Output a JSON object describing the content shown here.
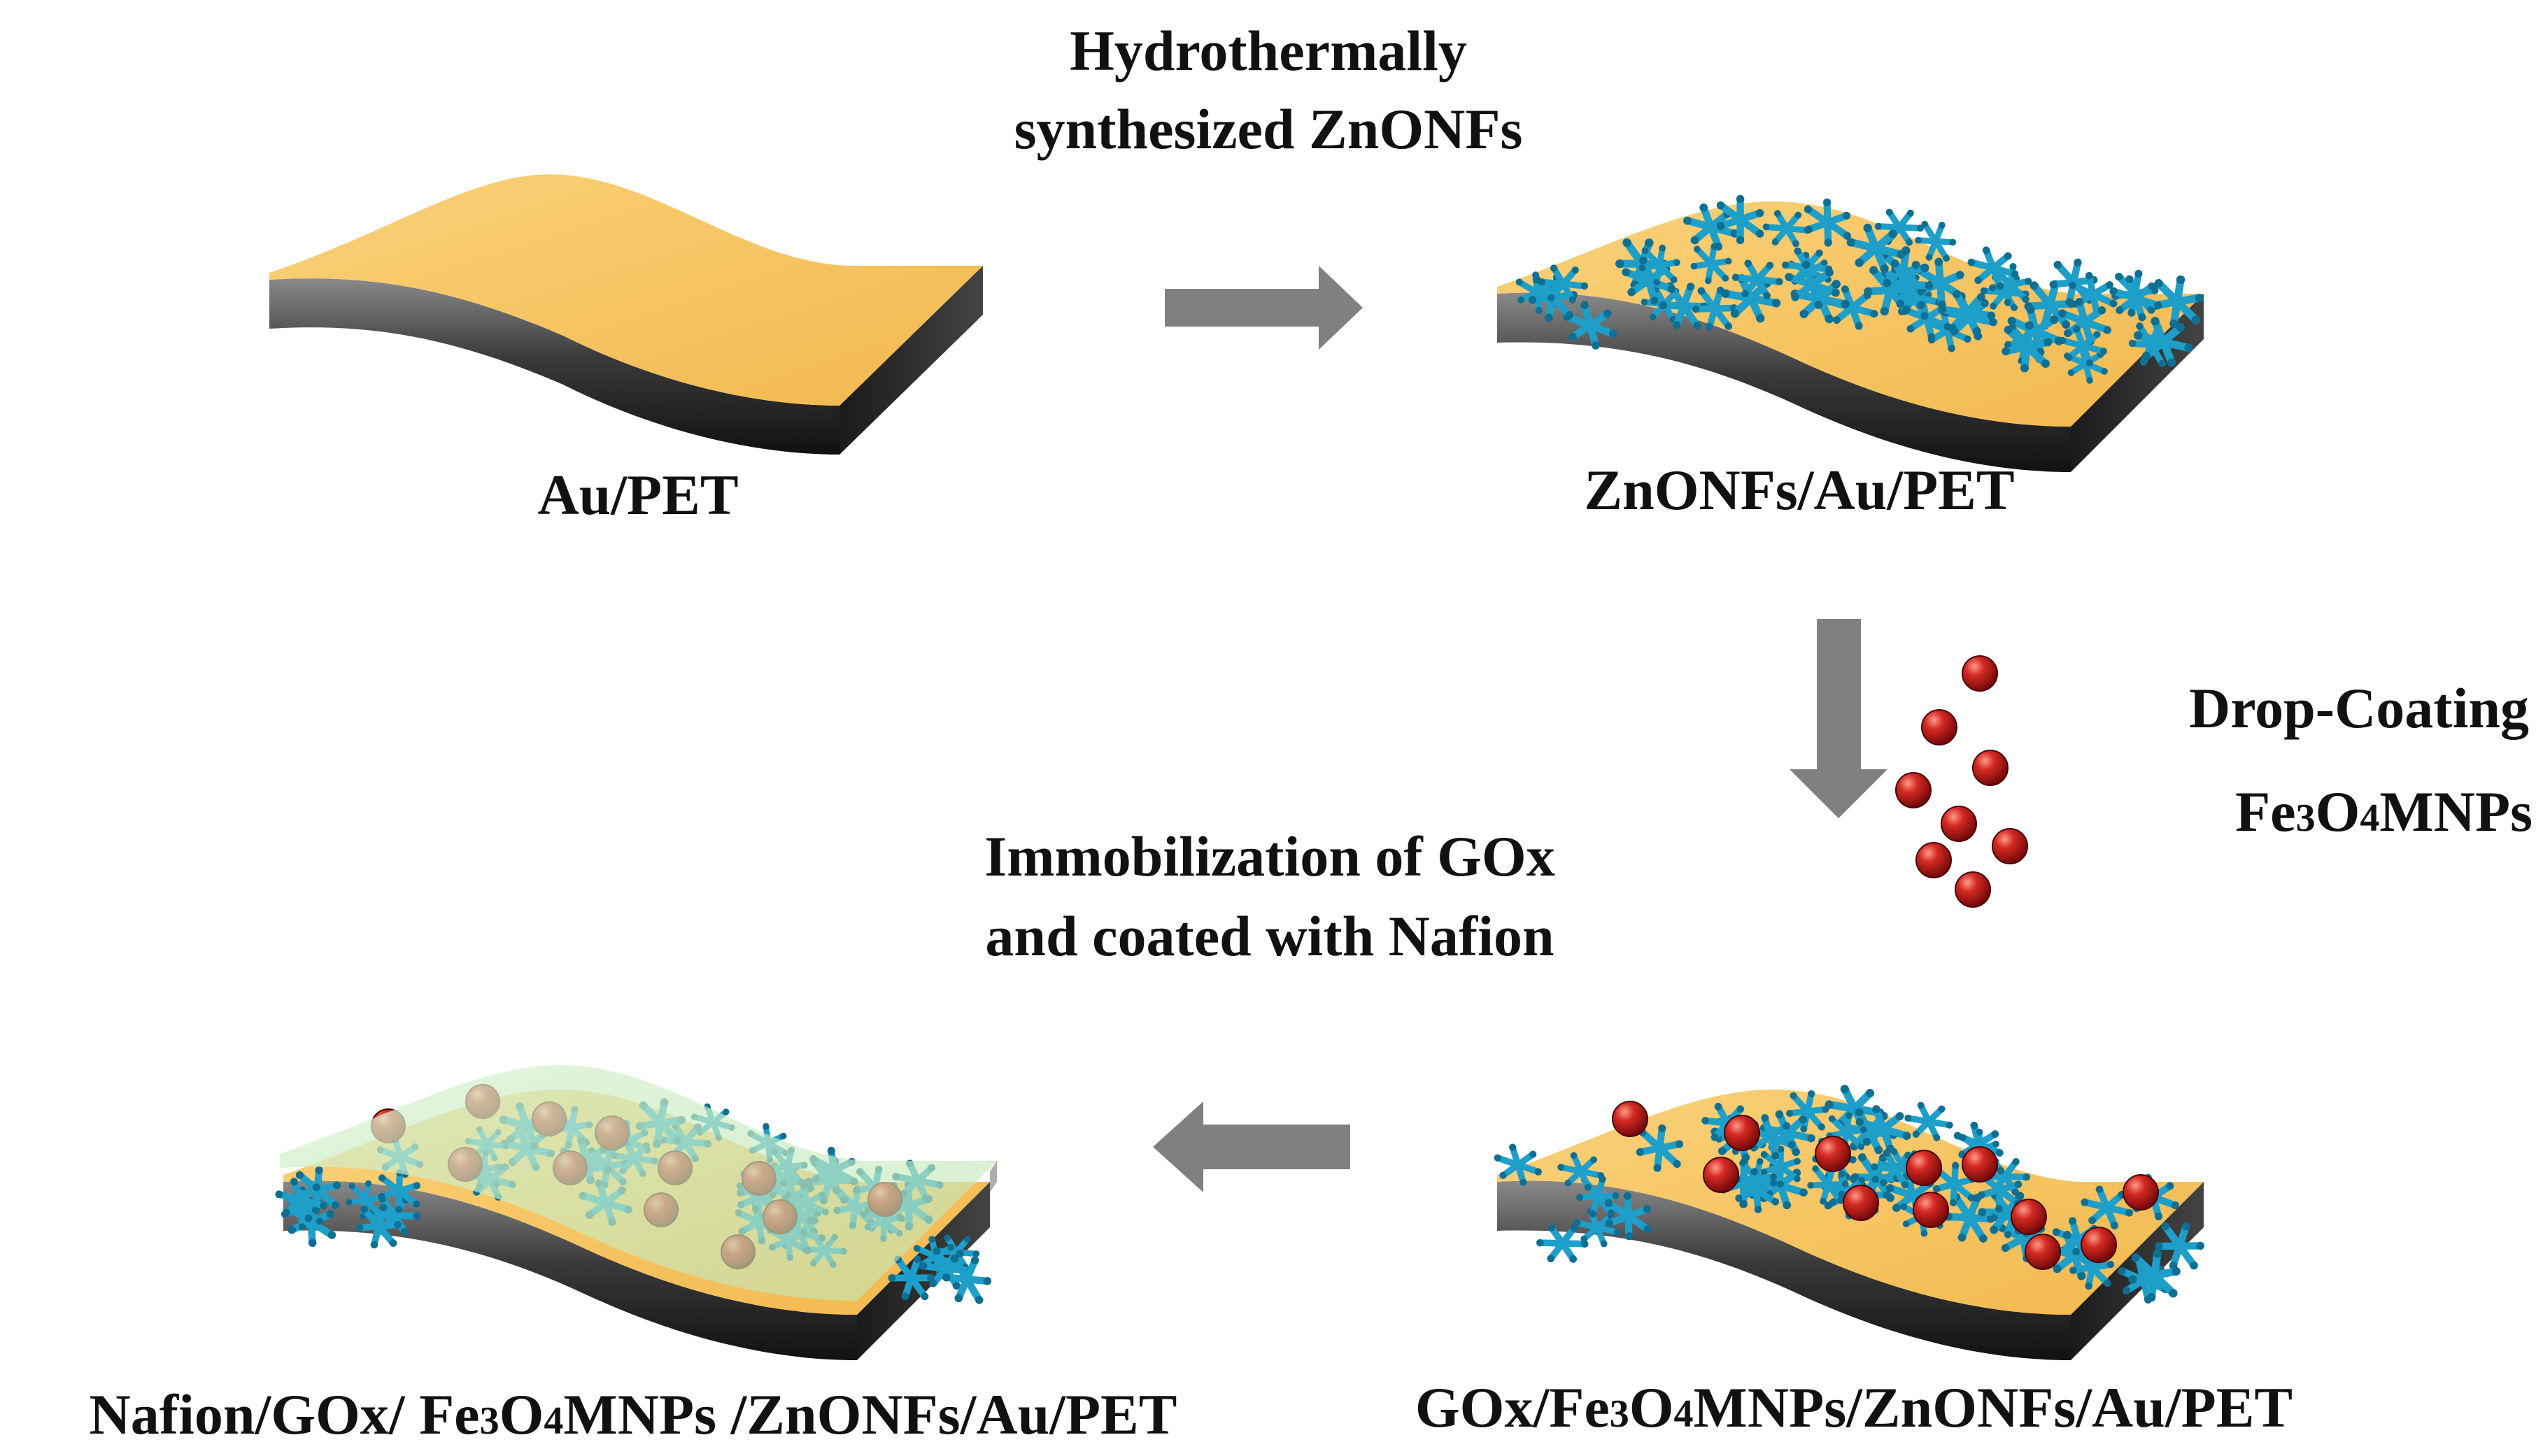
{
  "labels": {
    "step1_line1": "Hydrothermally",
    "step1_line2": "synthesized ZnONFs",
    "stage1": "Au/PET",
    "stage2": "ZnONFs/Au/PET",
    "step2_line1": "Drop-Coating",
    "step2_line2_a": "Fe",
    "step2_line2_b": "3",
    "step2_line2_c": "O",
    "step2_line2_d": "4",
    "step2_line2_e": "MNPs",
    "step3_line1": "Immobilization of GOx",
    "step3_line2": "and coated with Nafion",
    "stage3_a": "GOx/Fe",
    "stage3_b": "3",
    "stage3_c": "O",
    "stage3_d": "4",
    "stage3_e": "MNPs/ZnONFs/Au/PET",
    "stage4_a": "Nafion/GOx/ Fe",
    "stage4_b": "3",
    "stage4_c": "O",
    "stage4_d": "4",
    "stage4_e": "MNPs /ZnONFs/Au/PET"
  },
  "colors": {
    "gold": "#F7C35F",
    "substrate_dark": "#2b2b2b",
    "substrate_light": "#7a7a7a",
    "nanoflower": "#1E9FC9",
    "particle": "#C4181F",
    "arrow": "#808080",
    "nafion": "#CFEFC8"
  }
}
